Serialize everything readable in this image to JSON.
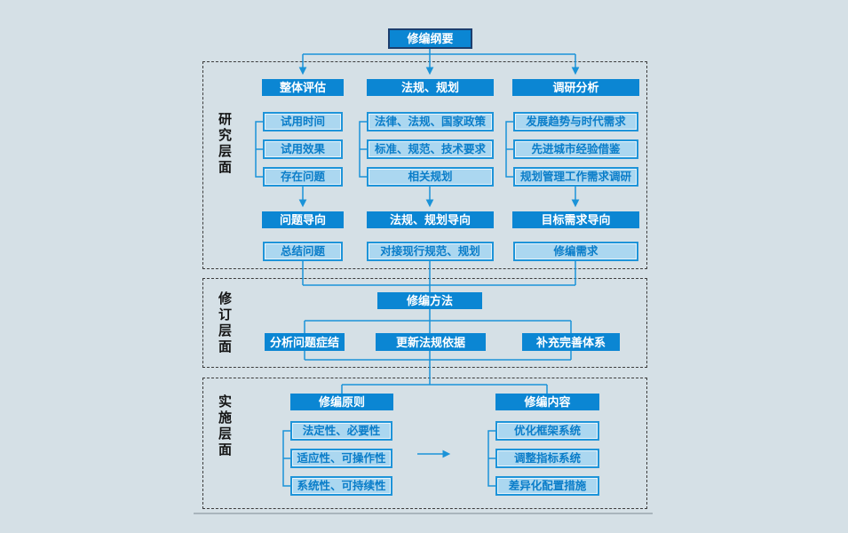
{
  "colors": {
    "background": "#d5e0e6",
    "solid_box": "#0b86d3",
    "light_box_fill": "#abd7f0",
    "light_box_border": "#1e94d9",
    "light_box_text": "#0a7dc9",
    "root_border": "#1c3e6e",
    "connector": "#1b93d8"
  },
  "root": {
    "label": "修编纲要"
  },
  "research": {
    "label": "研究层面",
    "columns": [
      {
        "header": "整体评估",
        "items": [
          "试用时间",
          "试用效果",
          "存在问题"
        ],
        "direction": "问题导向",
        "result": "总结问题"
      },
      {
        "header": "法规、规划",
        "items": [
          "法律、法规、国家政策",
          "标准、规范、技术要求",
          "相关规划"
        ],
        "direction": "法规、规划导向",
        "result": "对接现行规范、规划"
      },
      {
        "header": "调研分析",
        "items": [
          "发展趋势与时代需求",
          "先进城市经验借鉴",
          "规划管理工作需求调研"
        ],
        "direction": "目标需求导向",
        "result": "修编需求"
      }
    ]
  },
  "revision": {
    "label": "修订层面",
    "method": "修编方法",
    "actions": [
      "分析问题症结",
      "更新法规依据",
      "补充完善体系"
    ]
  },
  "implementation": {
    "label": "实施层面",
    "groups": [
      {
        "header": "修编原则",
        "items": [
          "法定性、必要性",
          "适应性、可操作性",
          "系统性、可持续性"
        ]
      },
      {
        "header": "修编内容",
        "items": [
          "优化框架系统",
          "调整指标系统",
          "差异化配置措施"
        ]
      }
    ]
  }
}
